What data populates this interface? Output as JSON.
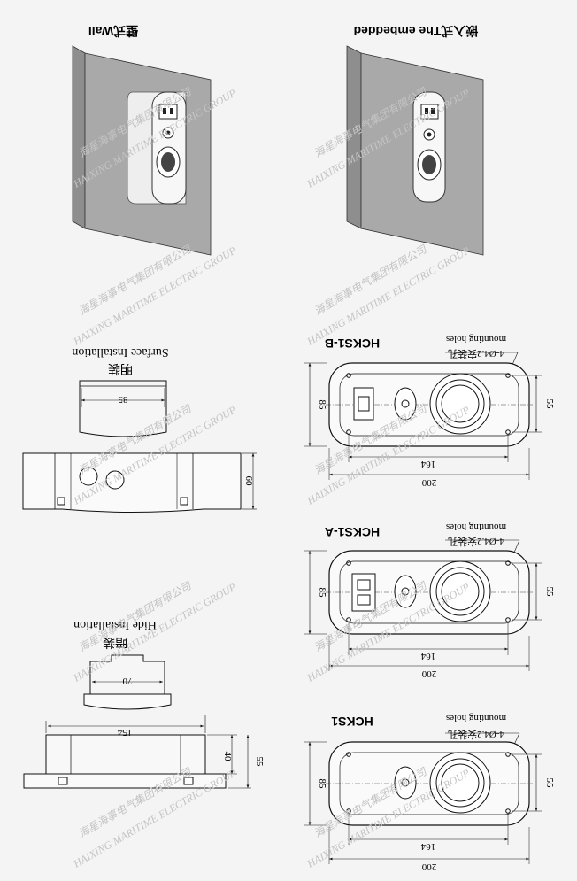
{
  "colors": {
    "background": "#f4f4f4",
    "wall_face": "#a9a9a9",
    "wall_side": "#8e8e8e",
    "line": "#111111",
    "watermark": "#c9c9c9"
  },
  "views": {
    "wall": {
      "label": "壁式Wall"
    },
    "embedded": {
      "label": "嵌入式The embedded"
    },
    "surface": {
      "label_cn": "明装",
      "label_en": "Surface Installation",
      "dim_width": "85",
      "dim_height": "60"
    },
    "hide": {
      "label_cn": "暗装",
      "label_en": "Hide Installation",
      "dim_width": "70",
      "dim_length": "154",
      "dim_depth": "40",
      "dim_total": "55"
    }
  },
  "plates": [
    {
      "model": "HCKS1-B",
      "holes_cn": "4-Ø4.2安装孔",
      "holes_en": "mounting holes",
      "dim_hole_span": "164",
      "dim_width": "200",
      "dim_height": "85",
      "dim_hole_height": "55"
    },
    {
      "model": "HCKS1-A",
      "holes_cn": "4-Ø4.2安装孔",
      "holes_en": "mounting holes",
      "dim_hole_span": "164",
      "dim_width": "200",
      "dim_height": "85",
      "dim_hole_height": "55"
    },
    {
      "model": "HCKS1",
      "holes_cn": "4-Ø4.2安装孔",
      "holes_en": "mounting holes",
      "dim_hole_span": "164",
      "dim_width": "200",
      "dim_height": "85",
      "dim_hole_height": "55"
    }
  ],
  "watermark": {
    "cn": "海星海事电气集团有限公司",
    "en": "HAIXING MARITIME ELECTRIC GROUP"
  }
}
